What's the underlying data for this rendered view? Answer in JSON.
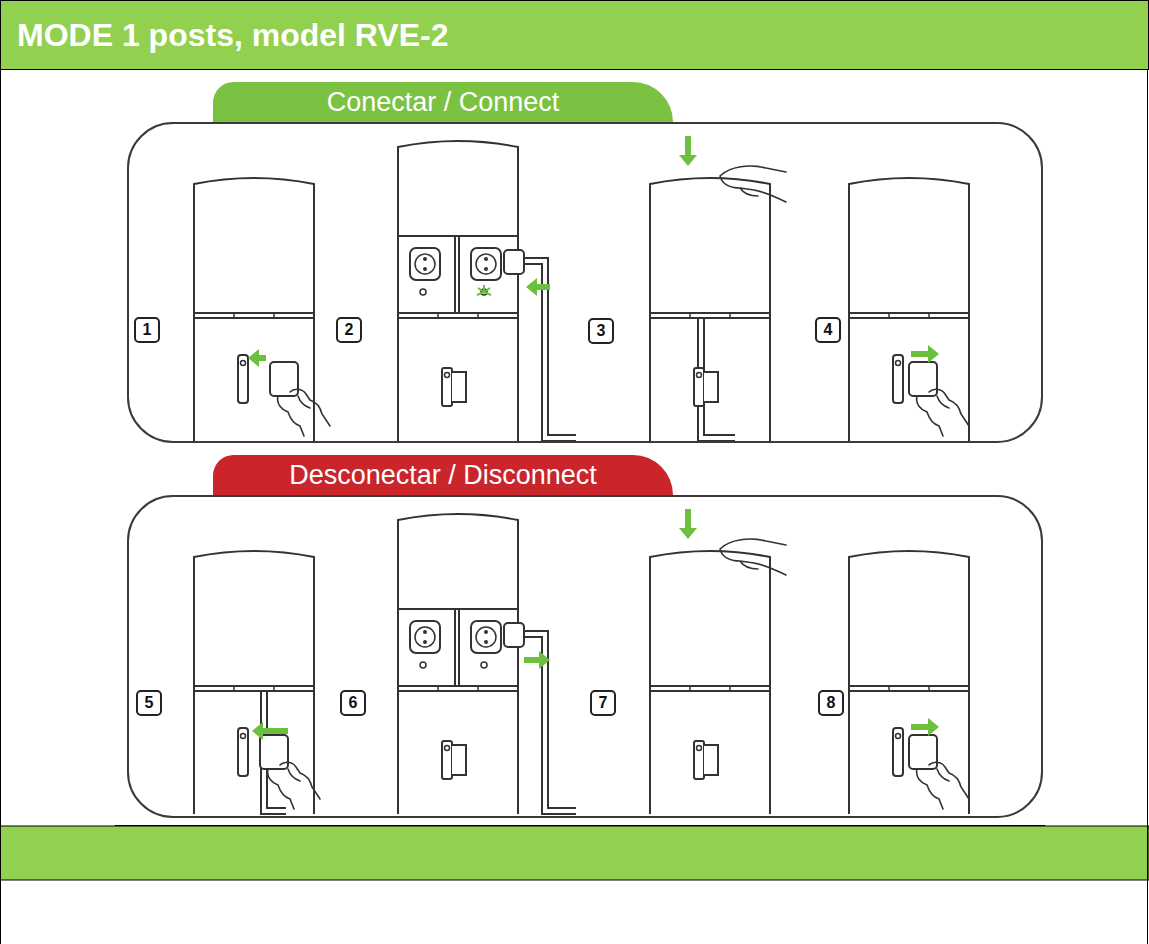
{
  "diagram": {
    "title": "MODE 1 posts, model RVE-2",
    "nodes": [
      {
        "text": [
          "Conectar / Connect"
        ]
      },
      {
        "text": [
          "1"
        ],
        "in": 0
      },
      {
        "text": [
          "2"
        ],
        "in": 0
      },
      {
        "text": [
          "3"
        ],
        "in": 0
      },
      {
        "text": [
          "4"
        ],
        "in": 0
      },
      {
        "text": [
          "Desconectar / Disconnect"
        ]
      },
      {
        "text": [
          "5"
        ],
        "in": 5
      },
      {
        "text": [
          "6"
        ],
        "in": 5
      },
      {
        "text": [
          "7"
        ],
        "in": 5
      },
      {
        "text": [
          "8"
        ],
        "in": 5
      }
    ]
  }
}
